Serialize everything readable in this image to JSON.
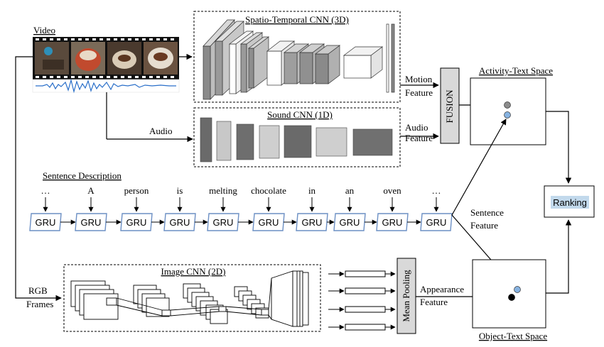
{
  "video": {
    "label": "Video"
  },
  "spatio": {
    "title": "Spatio-Temporal CNN (3D)"
  },
  "sound": {
    "title": "Sound CNN (1D)"
  },
  "image_cnn": {
    "title": "Image CNN (2D)"
  },
  "audio": {
    "label": "Audio"
  },
  "rgb": {
    "line1": "RGB",
    "line2": "Frames"
  },
  "motion_feature": {
    "line1": "Motion",
    "line2": "Feature"
  },
  "audio_feature": {
    "line1": "Audio",
    "line2": "Feature"
  },
  "fusion": {
    "label": "FUSION"
  },
  "activity_space": {
    "title": "Activity-Text Space"
  },
  "object_space": {
    "title": "Object-Text Space"
  },
  "ranking": {
    "label": "Ranking"
  },
  "sentence": {
    "title": "Sentence Description",
    "words": [
      "…",
      "A",
      "person",
      "is",
      "melting",
      "chocolate",
      "in",
      "an",
      "oven",
      "…"
    ],
    "gru_label": "GRU",
    "feature_line1": "Sentence",
    "feature_line2": "Feature"
  },
  "mean_pooling": {
    "label": "Mean Pooling"
  },
  "appearance_feature": {
    "line1": "Appearance",
    "line2": "Feature"
  },
  "colors": {
    "gru_border": "#6b8fc4",
    "point_light": "#86b2e0",
    "point_gray": "#8c8c8c",
    "ranking_fill": "#c2d9ec",
    "gate_gray": "#d9d9d9"
  }
}
